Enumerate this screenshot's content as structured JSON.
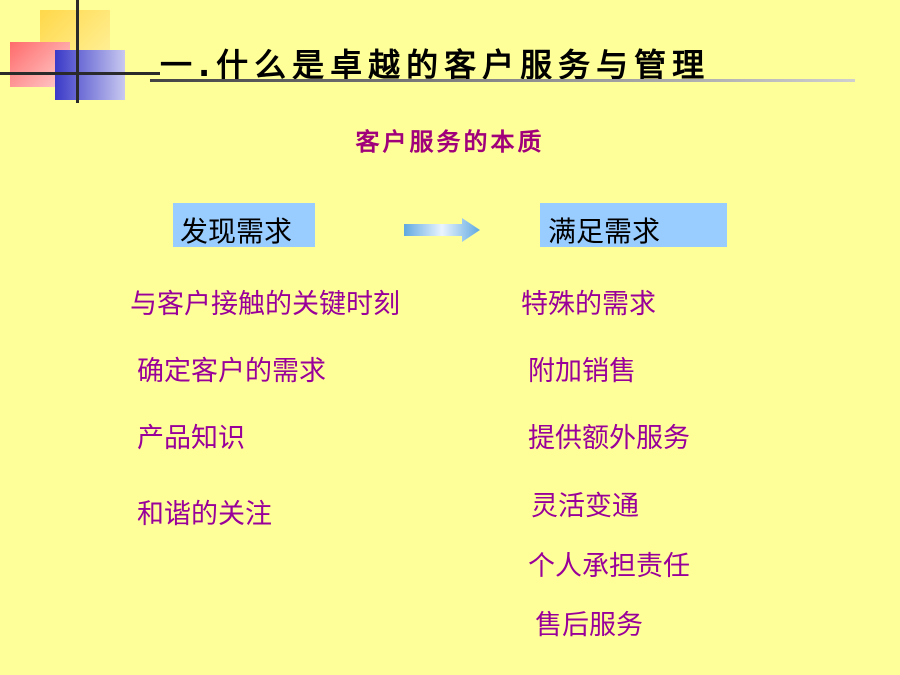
{
  "title": "一.什么是卓越的客户服务与管理",
  "subtitle": "客户服务的本质",
  "left_box": "发现需求",
  "right_box": "满足需求",
  "left_items": [
    "与客户接触的关键时刻",
    "确定客户的需求",
    "产品知识",
    "和谐的关注"
  ],
  "right_items": [
    "特殊的需求",
    "附加销售",
    "提供额外服务",
    "灵活变通",
    "个人承担责任",
    "售后服务"
  ],
  "colors": {
    "background": "#FFFF99",
    "box": "#99CCFF",
    "item_text": "#990099",
    "subtitle": "#A0007A"
  }
}
